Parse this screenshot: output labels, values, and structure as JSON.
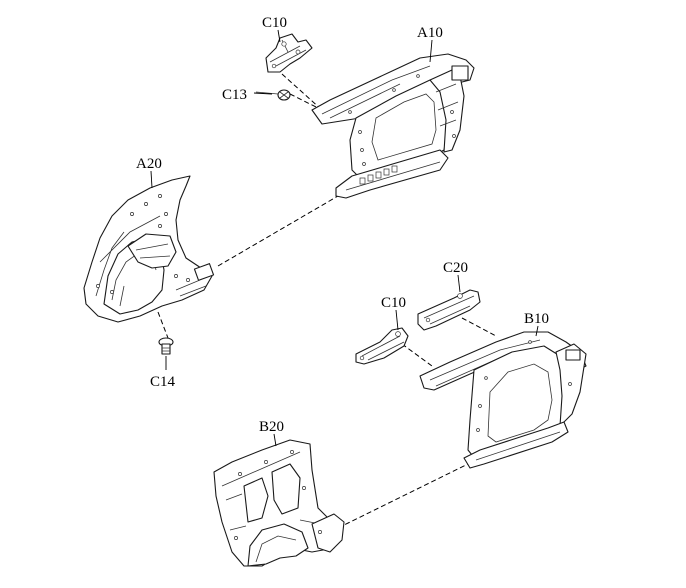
{
  "labels": {
    "c10_top": "C10",
    "a10": "A10",
    "c13": "C13",
    "a20": "A20",
    "c20": "C20",
    "c10_bottom": "C10",
    "b10": "B10",
    "c14": "C14",
    "b20": "B20"
  }
}
